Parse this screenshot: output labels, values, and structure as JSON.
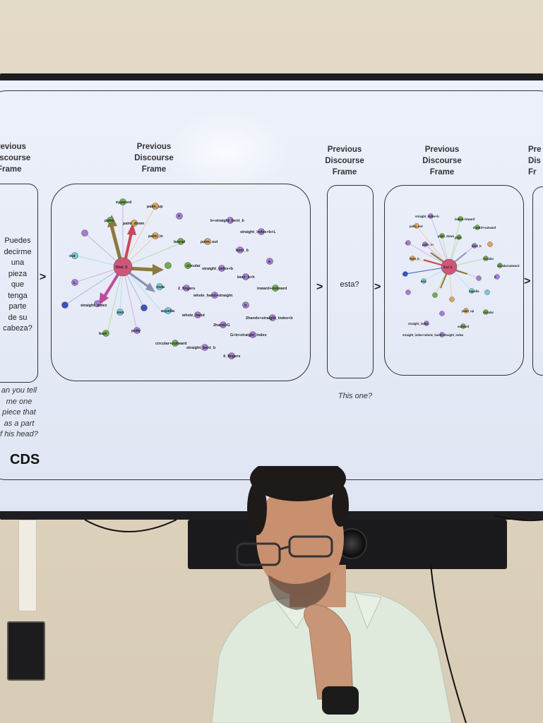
{
  "scene": {
    "description_free": true
  },
  "slide": {
    "headers": [
      {
        "id": "f0",
        "lines": [
          "revious",
          "iscourse",
          "Frame"
        ]
      },
      {
        "id": "f1",
        "lines": [
          "Previous",
          "Discourse",
          "Frame"
        ]
      },
      {
        "id": "f2",
        "lines": [
          "Previous",
          "Discourse",
          "Frame"
        ]
      },
      {
        "id": "f3",
        "lines": [
          "Previous",
          "Discourse",
          "Frame"
        ]
      },
      {
        "id": "f4",
        "lines": [
          "Pre",
          "Dis",
          "Fr"
        ]
      }
    ],
    "spanish_utterance": [
      "Puedes",
      "decirme",
      "una",
      "pieza",
      "que",
      "tenga",
      "parte",
      "de su",
      "cabeza?"
    ],
    "english_translation": [
      "an you tell",
      "me one",
      "piece that",
      "as a part",
      "f his head?"
    ],
    "word_frame": "esta?",
    "word_translation": "This one?",
    "separator": ">",
    "label": "CDS",
    "graph_nodes_left": [
      "eyeword",
      "palm_up",
      "s",
      "palm",
      "palm_down",
      "palm_in",
      "lateral",
      "b+straight_bent_b",
      "straight_index+b+L",
      "palm_out",
      "bent_b",
      "a",
      "find_it",
      "circular",
      "straight_index+b",
      "out",
      "bent_b+h",
      "inward+outward",
      "L",
      "esta",
      "2_fingers",
      "whole_hand+straight",
      "straight_index",
      "eso",
      "aquella",
      "b",
      "whole_hand",
      "2hands+straight_index+b",
      "bwd",
      "2hand+G",
      "G+b+straight_index",
      "polly",
      "circular+outward",
      "straight_bent_b",
      "4_fingers"
    ],
    "graph_nodes_right": [
      "straight_index+b",
      "lateral+inward",
      "palm_out",
      "inward+outward",
      "palm_down",
      "palm",
      "s",
      "palm_in",
      "bent_b",
      "find_it",
      "circular",
      "circularoutward",
      "bent_b",
      "b",
      "L",
      "eso",
      "aquella",
      "palm_up",
      "circular",
      "straight_index",
      "outward",
      "straight_index+whole_hand+straight_index"
    ]
  },
  "colors": {
    "screen_bg": "#e8edf8",
    "bezel": "#1e1e22",
    "wall": "#e0d6c3",
    "center_node": "#d0557a",
    "node_green": "#6fae4a",
    "node_purple": "#a77bd9",
    "node_orange": "#e0a45a",
    "node_teal": "#6fcdd8",
    "node_blue": "#3a52c4",
    "arrow_brown": "#8a7a3e",
    "arrow_red": "#c44a5a",
    "arrow_pink": "#c04a9a",
    "arrow_grey": "#8a8fb5"
  }
}
